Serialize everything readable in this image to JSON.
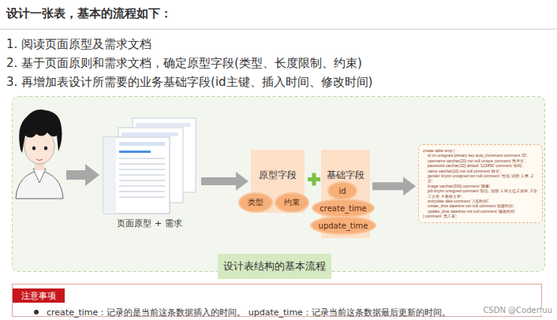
{
  "diagram": {
    "title": "设计一张表，基本的流程如下：",
    "nodes": [
      {
        "text": [
          "页面原型 + 需求"
        ]
      },
      {
        "text": [
          "原型字段"
        ]
      },
      {
        "text": [
          "类型"
        ],
        "in": 1
      },
      {
        "text": [
          "约束"
        ],
        "in": 1
      },
      {
        "text": [
          "基础字段"
        ]
      },
      {
        "text": [
          "id"
        ],
        "in": 4
      },
      {
        "text": [
          "create_time"
        ],
        "in": 4
      },
      {
        "text": [
          "update_time"
        ],
        "in": 4
      },
      {
        "text": [
          "create table emp (",
          "id int unsigned primary key auto_increment comment 'ID',",
          "username varchar(20) not null unique comment '用户名',",
          "password varchar(32) default '123456' comment '密码',",
          "name varchar(10) not null comment '姓名',",
          "gender tinyint unsigned not null comment '性别, 说明: 1 男, 2 女',",
          "image varchar(300) comment '图像',",
          "job tinyint unsigned comment '职位, 说明: 1 班主任,2 讲师, 3 学工主管, 4 教研主管',",
          "entrydate date comment '入职时间',",
          "create_time datetime not null comment '创建时间',",
          "update_time datetime not null comment '修改时间'",
          ") comment '员工表';"
        ]
      },
      {
        "text": [
          "设计表结构的基本流程"
        ]
      },
      {
        "text": [
          "create_time：记录的是当前这条数据插入的时间。 update_time：记录当前这条数据最后更新的时间。"
        ]
      },
      {
        "text": [
          "注意事项"
        ],
        "in": 10
      }
    ],
    "edges": [
      {
        "from": 0,
        "to": 1,
        "arrow": "to"
      },
      {
        "from": 4,
        "to": 8,
        "arrow": "to"
      }
    ],
    "labels": [
      "1. 阅读页面原型及需求文档",
      "2. 基于页面原则和需求文档，确定原型字段(类型、长度限制、约束)",
      "3. 再增加表设计所需要的业务基础字段(id主键、插入时间、修改时间)",
      "CSDN @Coderfuu"
    ]
  }
}
